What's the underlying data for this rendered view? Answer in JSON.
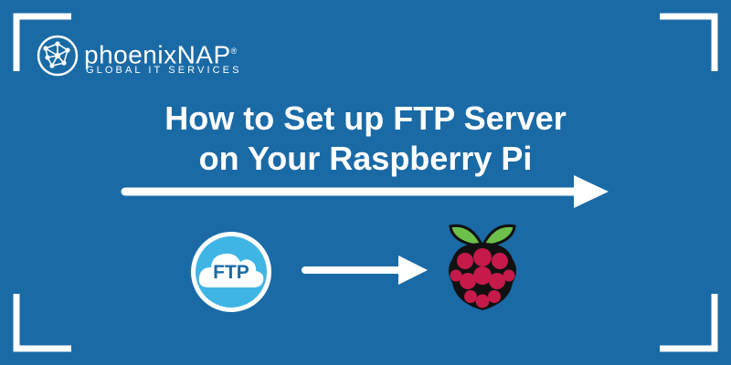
{
  "brand": {
    "name": "phoenixNAP",
    "registered_mark": "®",
    "tagline": "GLOBAL IT SERVICES"
  },
  "headline": {
    "line1": "How to Set up FTP Server",
    "line2": "on Your Raspberry Pi"
  },
  "ftp_badge": {
    "label": "FTP"
  },
  "icons": {
    "brand_mark": "globe-network-icon",
    "ftp": "cloud-ftp-icon",
    "raspberry": "raspberry-pi-icon",
    "arrow": "right-arrow-icon"
  },
  "colors": {
    "background": "#1a6aa6",
    "foreground": "#ffffff",
    "ftp_cloud": "#3fb5e6",
    "raspberry_red": "#c51a4a",
    "raspberry_leaf": "#6cc04a"
  }
}
